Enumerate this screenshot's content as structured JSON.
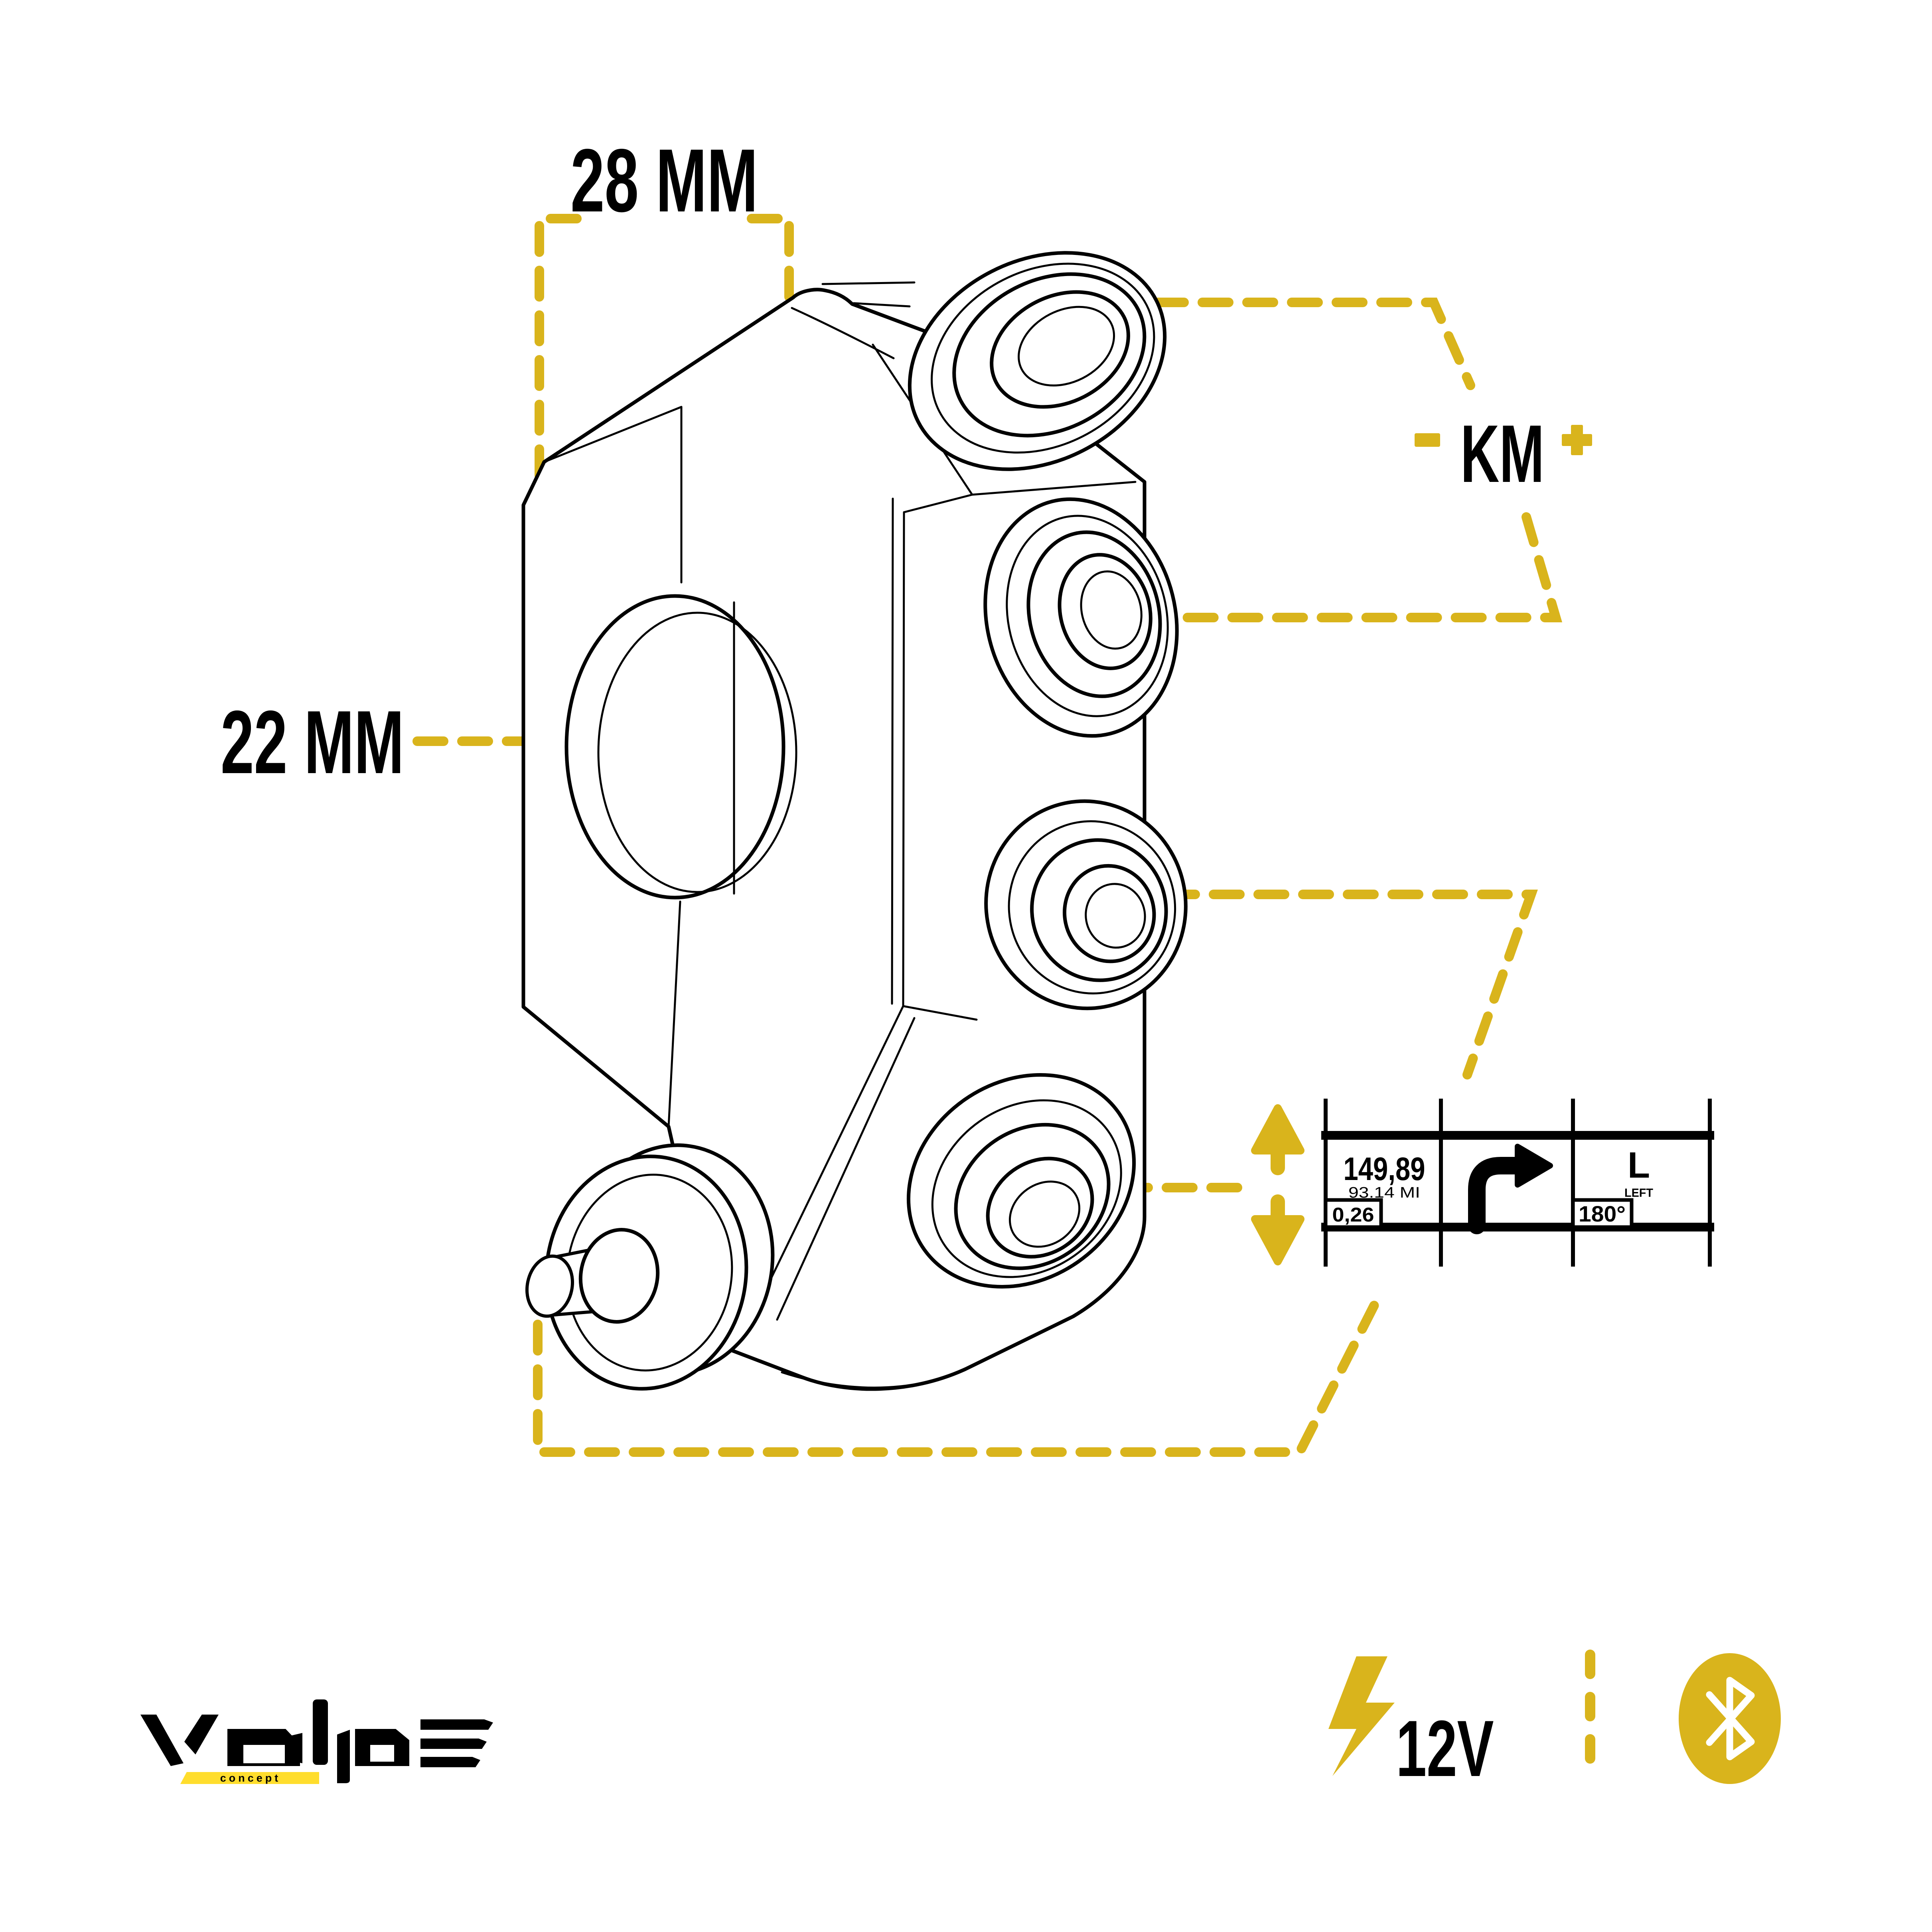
{
  "colors": {
    "accent": "#d9b41c",
    "highlight": "#ffdd2d",
    "ink": "#000000",
    "paper": "#ffffff"
  },
  "annotations": {
    "width_label": "28 MM",
    "clamp_label": "22 MM",
    "km": {
      "label": "KM",
      "minus_icon": "minus-icon",
      "plus_icon": "plus-icon"
    }
  },
  "device": {
    "name": "handlebar switch isometric line drawing",
    "buttons": [
      "top-button",
      "upper-side-button",
      "lower-side-button",
      "bottom-button"
    ],
    "toggle": "toggle-switch"
  },
  "display": {
    "scroll_icons": [
      "up-arrow-icon",
      "down-arrow-icon"
    ],
    "cells": [
      {
        "value": "149,89",
        "subvalue": "93.14 MI",
        "badge": "0,26"
      },
      {
        "icon": "turn-right-icon"
      },
      {
        "value": "L",
        "caption": "LEFT",
        "badge": "180°"
      }
    ]
  },
  "footer": {
    "brand": "VOLPE",
    "tagline": "concept",
    "voltage": "12V",
    "power_icon": "lightning-bolt-icon",
    "bluetooth_icon": "bluetooth-icon"
  }
}
